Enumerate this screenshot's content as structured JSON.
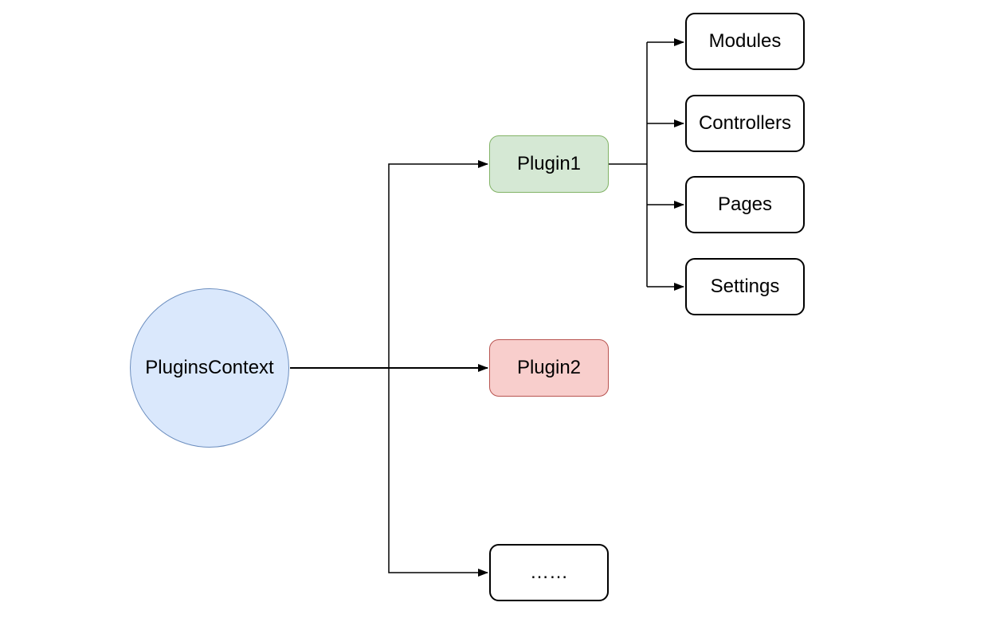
{
  "diagram": {
    "type": "flowchart",
    "background_color": "#ffffff",
    "edge_color": "#000000",
    "text_color": "#000000",
    "nodes": [
      {
        "id": "plugins-context",
        "label": "PluginsContext",
        "shape": "ellipse",
        "fill": "#dae8fc",
        "border": "#6c8ebf"
      },
      {
        "id": "plugin1",
        "label": "Plugin1",
        "shape": "rounded-rect",
        "fill": "#d5e8d4",
        "border": "#82b366"
      },
      {
        "id": "plugin2",
        "label": "Plugin2",
        "shape": "rounded-rect",
        "fill": "#f8cecc",
        "border": "#b85450"
      },
      {
        "id": "more",
        "label": "……",
        "shape": "rounded-rect",
        "fill": "#ffffff",
        "border": "#000000"
      },
      {
        "id": "modules",
        "label": "Modules",
        "shape": "rounded-rect",
        "fill": "#ffffff",
        "border": "#000000"
      },
      {
        "id": "controllers",
        "label": "Controllers",
        "shape": "rounded-rect",
        "fill": "#ffffff",
        "border": "#000000"
      },
      {
        "id": "pages",
        "label": "Pages",
        "shape": "rounded-rect",
        "fill": "#ffffff",
        "border": "#000000"
      },
      {
        "id": "settings",
        "label": "Settings",
        "shape": "rounded-rect",
        "fill": "#ffffff",
        "border": "#000000"
      }
    ],
    "edges": [
      {
        "from": "plugins-context",
        "to": "plugin1",
        "arrow": true
      },
      {
        "from": "plugins-context",
        "to": "plugin2",
        "arrow": true
      },
      {
        "from": "plugins-context",
        "to": "more",
        "arrow": true
      },
      {
        "from": "plugin1",
        "to": "modules",
        "arrow": true
      },
      {
        "from": "plugin1",
        "to": "controllers",
        "arrow": true
      },
      {
        "from": "plugin1",
        "to": "pages",
        "arrow": true
      },
      {
        "from": "plugin1",
        "to": "settings",
        "arrow": true
      }
    ]
  }
}
